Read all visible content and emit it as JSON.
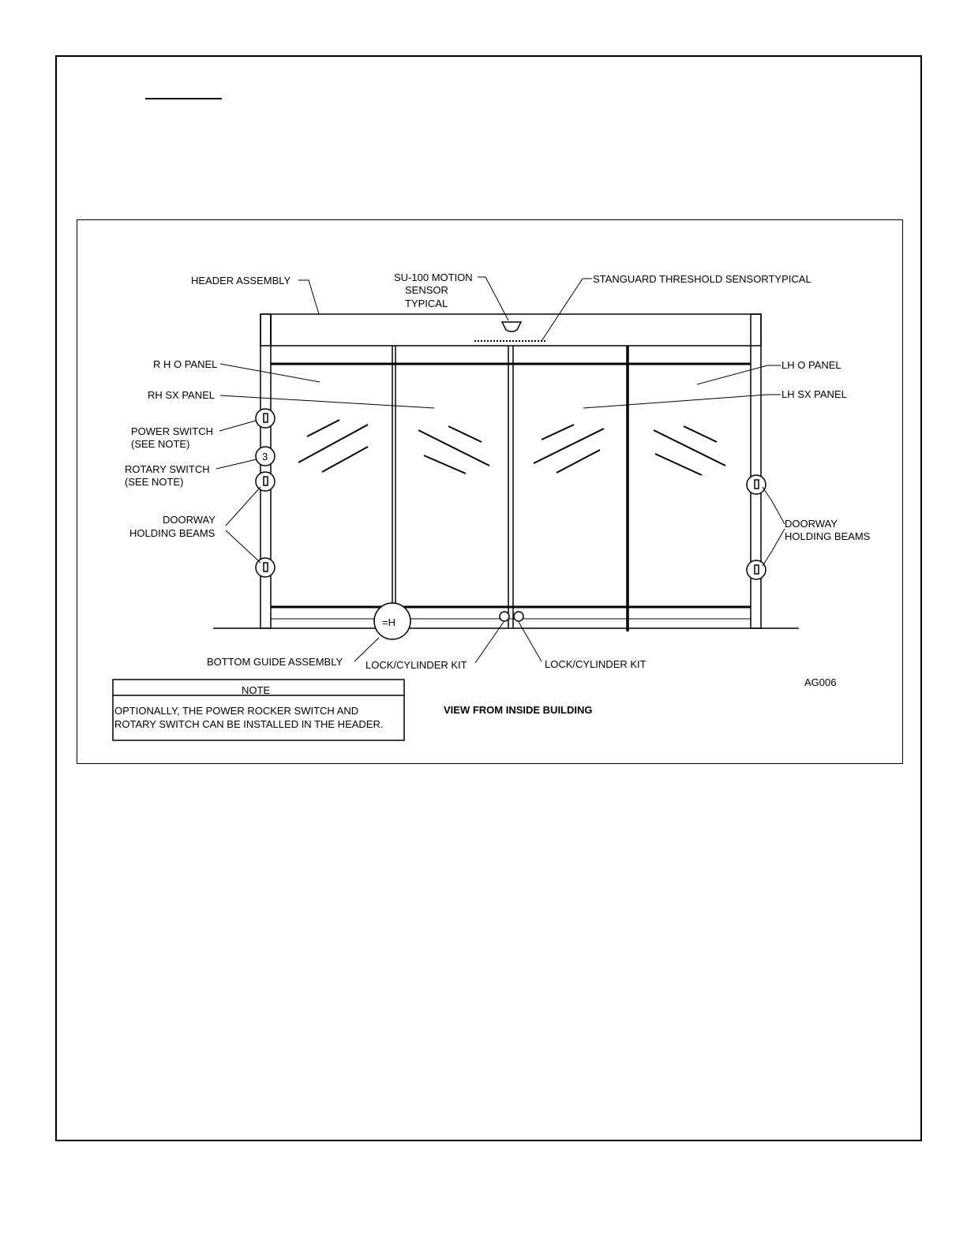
{
  "labels": {
    "header_assembly": "HEADER ASSEMBLY",
    "motion_sensor_1": "SU-100 MOTION",
    "motion_sensor_2": "SENSOR",
    "motion_sensor_3": "TYPICAL",
    "threshold_sensor": "STANGUARD THRESHOLD SENSORTYPICAL",
    "rho_panel": "R H O PANEL",
    "rh_sx_panel": "RH SX PANEL",
    "lh_o_panel": "LH O PANEL",
    "lh_sx_panel": "LH SX PANEL",
    "power_switch_1": "POWER SWITCH",
    "power_switch_2": "(SEE NOTE)",
    "rotary_switch_1": "ROTARY SWITCH",
    "rotary_switch_2": "(SEE NOTE)",
    "beams_left_1": "DOORWAY",
    "beams_left_2": "HOLDING BEAMS",
    "beams_right_1": "DOORWAY",
    "beams_right_2": "HOLDING BEAMS",
    "bottom_guide": "BOTTOM GUIDE ASSEMBLY",
    "lock_kit_left": "LOCK/CYLINDER KIT",
    "lock_kit_right": "LOCK/CYLINDER KIT",
    "drawing_id": "AG006",
    "view_caption": "VIEW FROM INSIDE BUILDING",
    "rotary_glyph": "3",
    "guide_glyph": "=H"
  },
  "note": {
    "title": "NOTE",
    "line1": "OPTIONALLY, THE POWER ROCKER SWITCH AND",
    "line2": "ROTARY SWITCH CAN BE INSTALLED IN THE HEADER."
  }
}
